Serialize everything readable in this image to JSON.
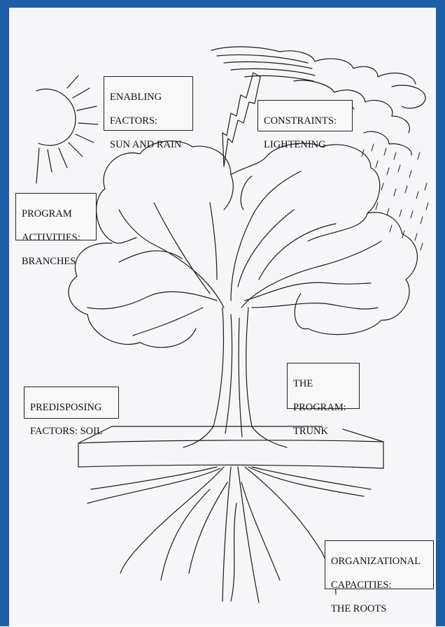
{
  "labels": {
    "enabling": [
      "ENABLING",
      "FACTORS:",
      "SUN AND RAIN"
    ],
    "constraints": [
      "CONSTRAINTS:",
      "LIGHTENING"
    ],
    "activities": [
      "PROGRAM",
      "ACTIVITIES:",
      "BRANCHES"
    ],
    "predisposing": [
      "PREDISPOSING",
      "FACTORS: SOIL"
    ],
    "program": [
      "THE",
      "PROGRAM:",
      "TRUNK"
    ],
    "organizational": [
      "ORGANIZATIONAL",
      "CAPACITIES:",
      "THE ROOTS"
    ]
  },
  "colors": {
    "frame": "#1a5fa8",
    "ink": "#1a1a1a",
    "paper": "#f6f6f8"
  }
}
